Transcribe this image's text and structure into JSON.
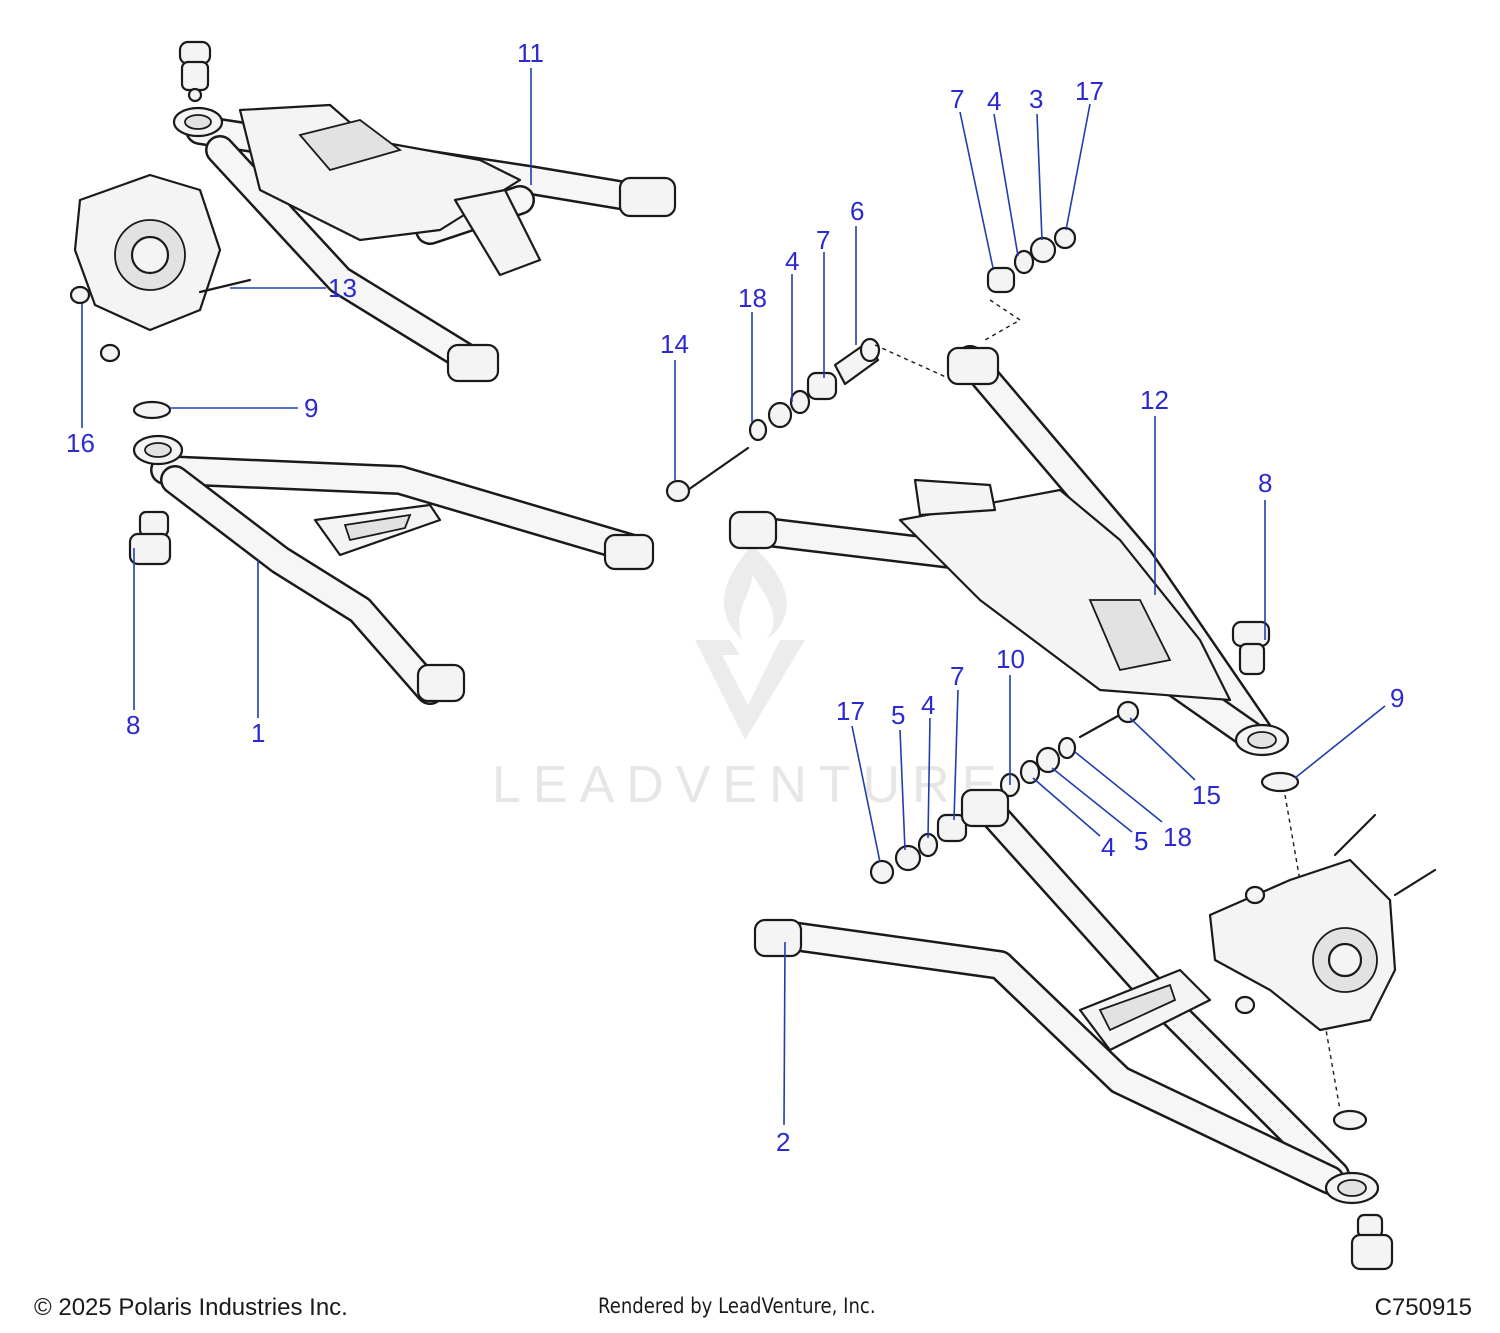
{
  "callouts": [
    "11",
    "13",
    "16",
    "9",
    "8",
    "1",
    "14",
    "18",
    "4",
    "7",
    "6",
    "7",
    "4",
    "3",
    "17",
    "12",
    "8",
    "9",
    "15",
    "18",
    "5",
    "4",
    "10",
    "7",
    "4",
    "5",
    "17",
    "2"
  ],
  "watermark": {
    "text": "LEADVENTURE"
  },
  "footer": {
    "copyright": "© 2025 Polaris Industries Inc.",
    "rendered_by": "Rendered by LeadVenture, Inc.",
    "diagram_code": "C750915"
  }
}
